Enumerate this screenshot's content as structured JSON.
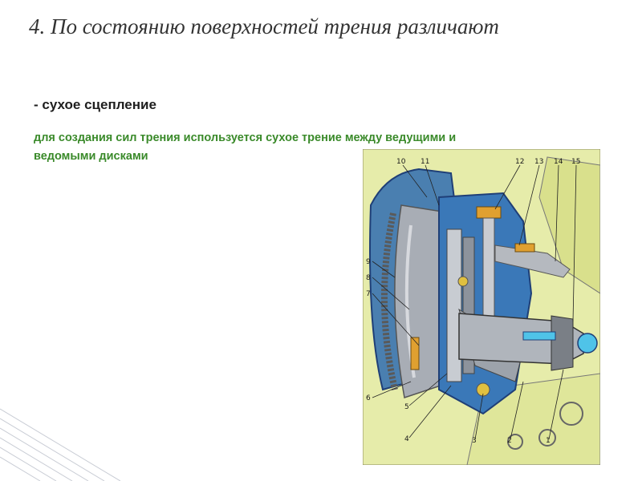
{
  "slide": {
    "title": "4. По состоянию поверхностей трения различают",
    "subtitle": "- сухое сцепление",
    "description": "для создания сил трения используется сухое трение между ведущими и ведомыми дисками"
  },
  "figure": {
    "callouts": {
      "n1": "1",
      "n2": "2",
      "n3": "3",
      "n4": "4",
      "n5": "5",
      "n6": "6",
      "n7": "7",
      "n8": "8",
      "n9": "9",
      "n10": "10",
      "n11": "11",
      "n12": "12",
      "n13": "13",
      "n14": "14",
      "n15": "15"
    },
    "colors": {
      "housing": "#e6ecaa",
      "flywheel_blue": "#4a7fb0",
      "disc_grey": "#a8adb5",
      "accent_orange": "#e0a030",
      "dark_blue": "#1f3f77",
      "cyan": "#4fc3e8"
    }
  }
}
